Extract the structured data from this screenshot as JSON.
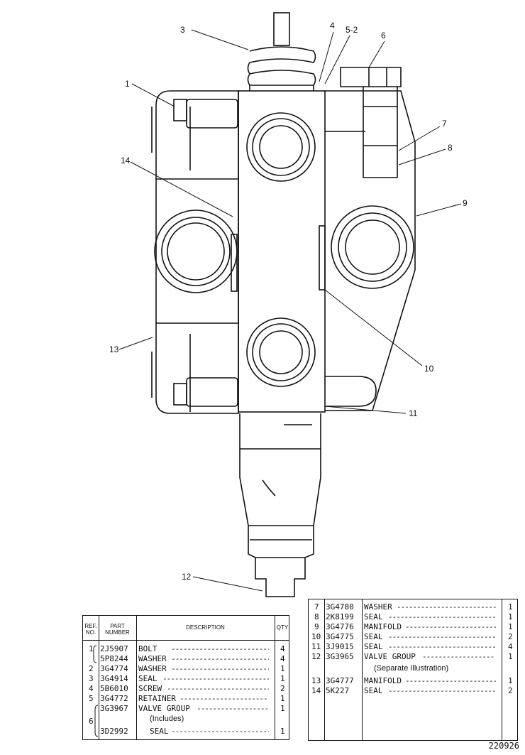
{
  "callouts": [
    "1",
    "3",
    "4",
    "5-2",
    "6",
    "7",
    "8",
    "9",
    "10",
    "11",
    "12",
    "13",
    "14"
  ],
  "left_table": {
    "headers": {
      "ref": "REF. NO.",
      "part": "PART NUMBER",
      "desc": "DESCRIPTION",
      "qty": "QTY"
    },
    "rows": [
      {
        "ref": "1",
        "part": "2J5907",
        "desc": "BOLT",
        "qty": "4"
      },
      {
        "ref": "",
        "part": "5P8244",
        "desc": "WASHER",
        "qty": "4"
      },
      {
        "ref": "2",
        "part": "3G4774",
        "desc": "WASHER",
        "qty": "1"
      },
      {
        "ref": "3",
        "part": "3G4914",
        "desc": "SEAL",
        "qty": "1"
      },
      {
        "ref": "4",
        "part": "5B6010",
        "desc": "SCREW",
        "qty": "2"
      },
      {
        "ref": "5",
        "part": "3G4772",
        "desc": "RETAINER",
        "qty": "1"
      },
      {
        "ref": "",
        "part": "3G3967",
        "desc": "VALVE GROUP",
        "qty": "1"
      },
      {
        "ref": "6",
        "part": "",
        "desc": "(Includes)",
        "qty": ""
      },
      {
        "ref": "",
        "part": "3D2992",
        "desc": "SEAL",
        "qty": "1"
      }
    ]
  },
  "right_table": {
    "rows": [
      {
        "ref": "7",
        "part": "3G4780",
        "desc": "WASHER",
        "qty": "1"
      },
      {
        "ref": "8",
        "part": "2K8199",
        "desc": "SEAL",
        "qty": "1"
      },
      {
        "ref": "9",
        "part": "3G4776",
        "desc": "MANIFOLD",
        "qty": "1"
      },
      {
        "ref": "10",
        "part": "3G4775",
        "desc": "SEAL",
        "qty": "2"
      },
      {
        "ref": "11",
        "part": "3J9015",
        "desc": "SEAL",
        "qty": "4"
      },
      {
        "ref": "12",
        "part": "3G3965",
        "desc": "VALVE GROUP",
        "qty": "1"
      },
      {
        "ref": "",
        "part": "",
        "desc": "(Separate Illustration)",
        "qty": ""
      },
      {
        "ref": "13",
        "part": "3G4777",
        "desc": "MANIFOLD",
        "qty": "1"
      },
      {
        "ref": "14",
        "part": "5K227",
        "desc": "SEAL",
        "qty": "2"
      }
    ]
  },
  "drawing_number": "220926"
}
